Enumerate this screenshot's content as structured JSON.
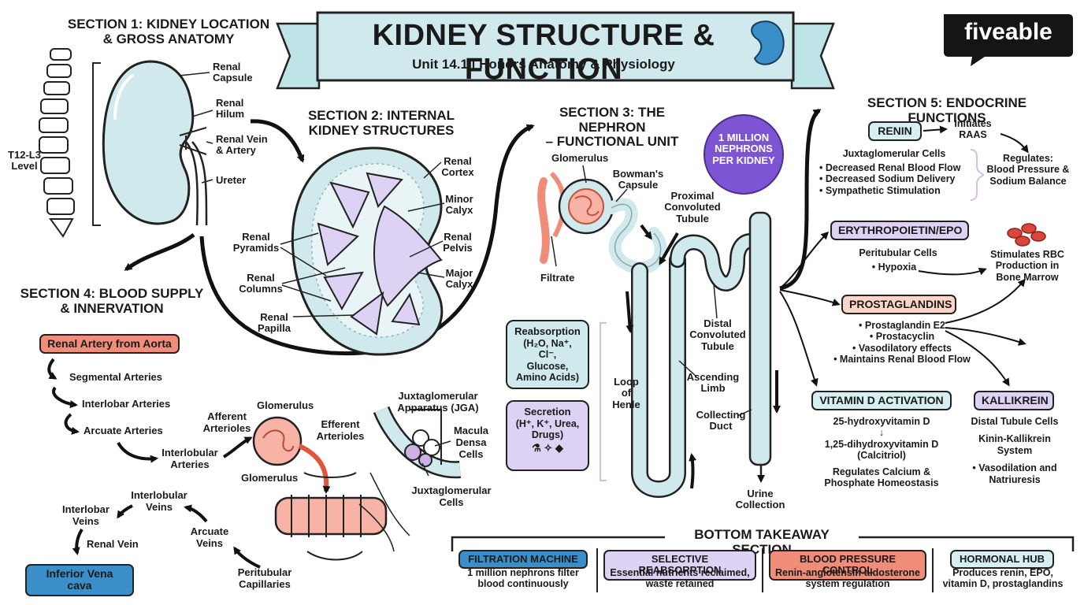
{
  "header": {
    "title": "KIDNEY STRUCTURE & FUNCTION",
    "subtitle": "Unit 14.1 | Honors Anatomy & Physiology",
    "brand": "fiveable"
  },
  "section1": {
    "title_line1": "SECTION 1: KIDNEY LOCATION",
    "title_line2": "& GROSS ANATOMY",
    "level_line1": "T12-L3",
    "level_line2": "Level",
    "capsule_l1": "Renal",
    "capsule_l2": "Capsule",
    "hilum_l1": "Renal",
    "hilum_l2": "Hilum",
    "vein_l1": "Renal Vein",
    "vein_l2": "& Artery",
    "ureter": "Ureter"
  },
  "section2": {
    "title_line1": "SECTION 2: INTERNAL",
    "title_line2": "KIDNEY STRUCTURES",
    "cortex_l1": "Renal",
    "cortex_l2": "Cortex",
    "minor_l1": "Minor",
    "minor_l2": "Calyx",
    "pelvis_l1": "Renal",
    "pelvis_l2": "Pelvis",
    "major_l1": "Major",
    "major_l2": "Calyx",
    "pyramids_l1": "Renal",
    "pyramids_l2": "Pyramids",
    "columns_l1": "Renal",
    "columns_l2": "Columns",
    "papilla_l1": "Renal",
    "papilla_l2": "Papilla"
  },
  "section3": {
    "title_line1": "SECTION 3: THE NEPHRON",
    "title_line2": "– FUNCTIONAL UNIT",
    "badge_l1": "1 MILLION",
    "badge_l2": "NEPHRONS",
    "badge_l3": "PER KIDNEY",
    "glomerulus": "Glomerulus",
    "bowman_l1": "Bowman's",
    "bowman_l2": "Capsule",
    "pct_l1": "Proximal",
    "pct_l2": "Convoluted",
    "pct_l3": "Tubule",
    "filtrate": "Filtrate",
    "dct_l1": "Distal",
    "dct_l2": "Convoluted",
    "dct_l3": "Tubule",
    "ascending_l1": "Ascending",
    "ascending_l2": "Limb",
    "loop_l1": "Loop",
    "loop_l2": "of",
    "loop_l3": "Henle",
    "collecting_l1": "Collecting",
    "collecting_l2": "Duct",
    "urine_l1": "Urine",
    "urine_l2": "Collection",
    "reabs_l1": "Reabsorption",
    "reabs_l2": "(H₂O, Na⁺, Cl⁻,",
    "reabs_l3": "Glucose,",
    "reabs_l4": "Amino Acids)",
    "secr_l1": "Secretion",
    "secr_l2": "(H⁺, K⁺, Urea,",
    "secr_l3": "Drugs)"
  },
  "section4": {
    "title_line1": "SECTION 4: BLOOD SUPPLY",
    "title_line2": "& INNERVATION",
    "renal_artery": "Renal Artery from Aorta",
    "segmental": "Segmental Arteries",
    "interlobar": "Interlobar Arteries",
    "arcuate": "Arcuate Arteries",
    "interlobular_l1": "Interlobular",
    "interlobular_l2": "Arteries",
    "afferent_l1": "Afferent",
    "afferent_l2": "Arterioles",
    "glom_top": "Glomerulus",
    "glom_bottom": "Glomerulus",
    "efferent_l1": "Efferent",
    "efferent_l2": "Arterioles",
    "jga_l1": "Juxtaglomerular",
    "jga_l2": "Apparatus (JGA)",
    "macula_l1": "Macula",
    "macula_l2": "Densa",
    "macula_l3": "Cells",
    "jgcells_l1": "Juxtaglomerular",
    "jgcells_l2": "Cells",
    "peritubular_l1": "Peritubular",
    "peritubular_l2": "Capillaries",
    "arcuate_veins_l1": "Arcuate",
    "arcuate_veins_l2": "Veins",
    "interlobular_veins_l1": "Interlobular",
    "interlobular_veins_l2": "Veins",
    "interlobar_veins_l1": "Interlobar",
    "interlobar_veins_l2": "Veins",
    "renal_vein": "Renal Vein",
    "ivc": "Inferior Vena cava"
  },
  "section5": {
    "title": "SECTION 5: ENDOCRINE FUNCTIONS",
    "renin": "RENIN",
    "initiates_l1": "Initiates",
    "initiates_l2": "RAAS",
    "jg_cells": "Juxtaglomerular Cells",
    "renin_b1": "• Decreased Renal Blood Flow",
    "renin_b2": "• Decreased Sodium Delivery",
    "renin_b3": "• Sympathetic Stimulation",
    "regulates_l1": "Regulates:",
    "regulates_l2": "Blood Pressure &",
    "regulates_l3": "Sodium Balance",
    "epo": "ERYTHROPOIETIN/EPO",
    "epo_src": "Peritubular Cells",
    "epo_b1": "• Hypoxia",
    "rbc_l1": "Stimulates RBC",
    "rbc_l2": "Production in",
    "rbc_l3": "Bone Marrow",
    "pg": "PROSTAGLANDINS",
    "pg_b1": "• Prostaglandin E2",
    "pg_b2": "• Prostacyclin",
    "pg_b3": "• Vasodilatory effects",
    "pg_b4": "• Maintains Renal Blood Flow",
    "vitd": "VITAMIN D ACTIVATION",
    "vitd_1": "25-hydroxyvitamin D",
    "vitd_arrow": "↓",
    "vitd_2": "1,25-dihydroxyvitamin D",
    "vitd_3": "(Calcitriol)",
    "vitd_4": "Regulates Calcium &",
    "vitd_5": "Phosphate Homeostasis",
    "kal": "KALLIKREIN",
    "kal_1": "Distal Tubule Cells",
    "kal_2": "Kinin-Kallikrein",
    "kal_3": "System",
    "kal_4": "• Vasodilation and",
    "kal_5": "Natriuresis"
  },
  "takeaway": {
    "title": "BOTTOM TAKEAWAY SECTION",
    "items": [
      {
        "head": "FILTRATION MACHINE",
        "l1": "1 million nephrons filter",
        "l2": "blood continuously"
      },
      {
        "head": "SELECTIVE REABSORPTION",
        "l1": "Essential nutrients reclaimed,",
        "l2": "waste retained"
      },
      {
        "head": "BLOOD PRESSURE CONTROL",
        "l1": "Renin-angiotensin-aldosterone",
        "l2": "system regulation"
      },
      {
        "head": "HORMONAL HUB",
        "l1": "Produces renin, EPO,",
        "l2": "vitamin D, prostaglandins"
      }
    ]
  },
  "colors": {
    "blue_light": "#cfe9ec",
    "purple_light": "#ddd2f4",
    "red_light": "#f6b3a6",
    "salmon_light": "#fbd5c8",
    "navy": "#2f7fb8",
    "purple_badge": "#7d55d4",
    "teal_pill": "#d6f0f2"
  }
}
